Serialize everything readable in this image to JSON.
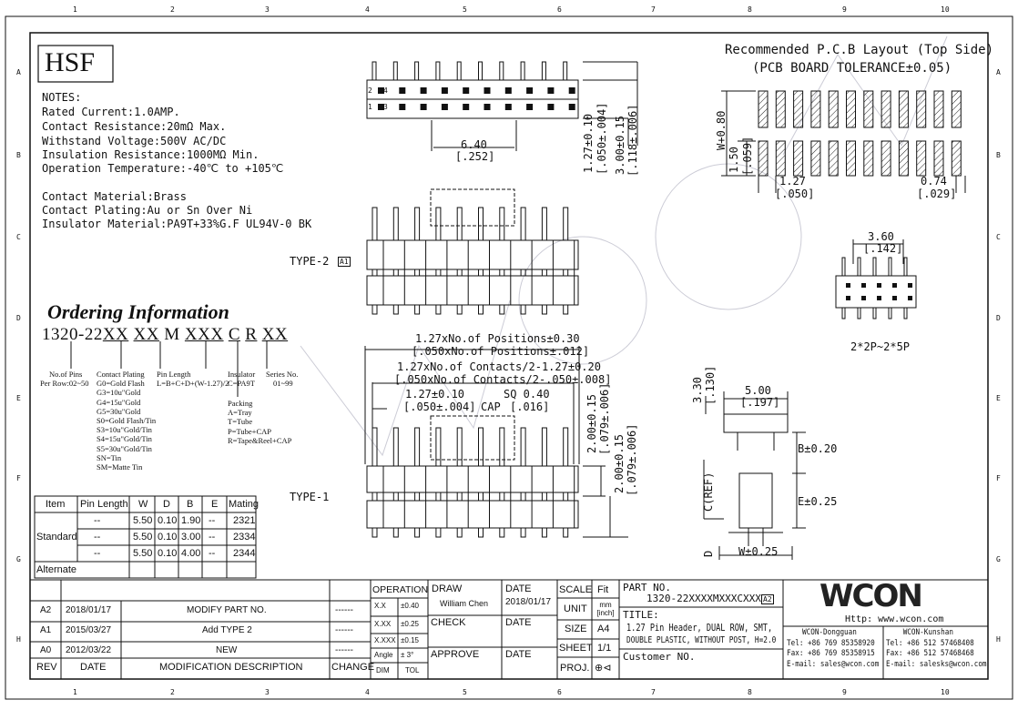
{
  "frame": {
    "cols": [
      "1",
      "2",
      "3",
      "4",
      "5",
      "6",
      "7",
      "8",
      "9",
      "10"
    ],
    "rows": [
      "A",
      "B",
      "C",
      "D",
      "E",
      "F",
      "G",
      "H"
    ]
  },
  "logo": "HSF",
  "notes": {
    "title": "NOTES:",
    "lines": [
      "Rated Current:1.0AMP.",
      "Contact Resistance:20mΩ Max.",
      "Withstand Voltage:500V AC/DC",
      "Insulation Resistance:1000MΩ Min.",
      "Operation Temperature:-40℃ to +105℃"
    ],
    "material": [
      "Contact Material:Brass",
      "Contact Plating:Au or Sn Over Ni",
      "Insulator Material:PA9T+33%G.F UL94V-0 BK"
    ]
  },
  "ordering": {
    "title": "Ordering Information",
    "code": [
      "1320-22",
      "XX",
      "XX",
      "M",
      "XXX",
      "C",
      "R",
      "XX"
    ],
    "pins": [
      "No.of Pins",
      "Per Row:02~50"
    ],
    "plating": [
      "Contact Plating",
      "G0=Gold Flash",
      "G3=10u\"Gold",
      "G4=15u\"Gold",
      "G5=30u\"Gold",
      "S0=Gold Flash/Tin",
      "S3=10u\"Gold/Tin",
      "S4=15u\"Gold/Tin",
      "S5=30u\"Gold/Tin",
      "SN=Tin",
      "SM=Matte Tin"
    ],
    "length": [
      "Pin Length",
      "L=B+C+D+(W-1.27)/2"
    ],
    "insulator": [
      "Insulator",
      "C=PA9T"
    ],
    "series": [
      "Series No.",
      "01~99"
    ],
    "packing": [
      "Packing",
      "A=Tray",
      "T=Tube",
      "P=Tube+CAP",
      "R=Tape&Reel+CAP"
    ]
  },
  "views": {
    "type2": "TYPE-2",
    "type1": "TYPE-1",
    "rev_mark": "A1",
    "top_dims": {
      "pitch": "6.40",
      "pitch_in": "[.252]",
      "h1": "1.27±0.10",
      "h1_in": "[.050±.004]",
      "h2": "3.00±0.15",
      "h2_in": "[.118±.006]",
      "pin_nums": [
        "2",
        "4",
        "1",
        "3"
      ]
    },
    "dims": [
      "1.27xNo.of Positions±0.30",
      "[.050xNo.of Positions±.012]",
      "1.27xNo.of Contacts/2-1.27±0.20",
      "[.050xNo.of Contacts/2-.050±.008]",
      "1.27±0.10",
      "[.050±.004]",
      "SQ 0.40",
      "[.016]",
      "CAP",
      "2.00±0.15",
      "[.079±.006]",
      "2.00±0.15",
      "[.079±.006]"
    ]
  },
  "pcb": {
    "title1": "Recommended P.C.B Layout (Top Side)",
    "title2": "(PCB BOARD TOLERANCE±0.05)",
    "w": "W+0.80",
    "h": "1.50",
    "h_in": "[.059]",
    "pitch": "1.27",
    "pitch_in": "[.050]",
    "pad": "0.74",
    "pad_in": "[.029]"
  },
  "small": {
    "dim": "3.60",
    "dim_in": "[.142]",
    "label": "2*2P~2*5P"
  },
  "side": {
    "d1": "3.30",
    "d1_in": "[.130]",
    "d2": "5.00",
    "d2_in": "[.197]",
    "b": "B±0.20",
    "e": "E±0.25",
    "c": "C(REF)",
    "d": "D",
    "w": "W±0.25"
  },
  "table": {
    "headers": [
      "Item",
      "Pin Length",
      "W",
      "D",
      "B",
      "E",
      "Mating"
    ],
    "group": "Standard",
    "rows": [
      [
        "--",
        "5.50",
        "0.10",
        "1.90",
        "--",
        "2321"
      ],
      [
        "--",
        "5.50",
        "0.10",
        "3.00",
        "--",
        "2334"
      ],
      [
        "--",
        "5.50",
        "0.10",
        "4.00",
        "--",
        "2344"
      ]
    ],
    "alt": "Alternate"
  },
  "revisions": {
    "headers": [
      "REV",
      "DATE",
      "MODIFICATION DESCRIPTION",
      "CHANGE"
    ],
    "rows": [
      [
        "A2",
        "2018/01/17",
        "MODIFY PART NO.",
        "------"
      ],
      [
        "A1",
        "2015/03/27",
        "Add TYPE 2",
        "------"
      ],
      [
        "A0",
        "2012/03/22",
        "NEW",
        "------"
      ]
    ]
  },
  "tol": {
    "title": "OPERATION",
    "rows": [
      [
        "X.X",
        "±0.40"
      ],
      [
        "X.XX",
        "±0.25"
      ],
      [
        "X.XXX",
        "±0.15"
      ],
      [
        "Angle",
        "± 3°"
      ]
    ],
    "foot": [
      "DIM",
      "TOL"
    ]
  },
  "sign": {
    "draw": "DRAW",
    "drawer": "William Chen",
    "date_label": "DATE",
    "date": "2018/01/17",
    "check": "CHECK",
    "approve": "APPROVE"
  },
  "meta": {
    "scale": "SCALE",
    "scale_v": "Fit",
    "unit": "UNIT",
    "unit_v": "mm [inch]",
    "size": "SIZE",
    "size_v": "A4",
    "sheet": "SHEET",
    "sheet_v": "1/1",
    "proj": "PROJ."
  },
  "part": {
    "label": "PART NO.",
    "no": "1320-22XXXXMXXXCXXX",
    "rev": "A2",
    "title_label": "TITLE:",
    "title1": "1.27 Pin Header, DUAL ROW, SMT,",
    "title2": "DOUBLE PLASTIC, WITHOUT POST, H=2.0",
    "customer": "Customer NO."
  },
  "company": {
    "logo": "WCON",
    "url": "Http: www.wcon.com",
    "dg": [
      "WCON-Dongguan",
      "Tel: +86 769 85358920",
      "Fax: +86 769 85358915",
      "E-mail: sales@wcon.com"
    ],
    "ks": [
      "WCON-Kunshan",
      "Tel: +86 512 57468408",
      "Fax: +86 512 57468468",
      "E-mail: salesks@wcon.com"
    ]
  }
}
